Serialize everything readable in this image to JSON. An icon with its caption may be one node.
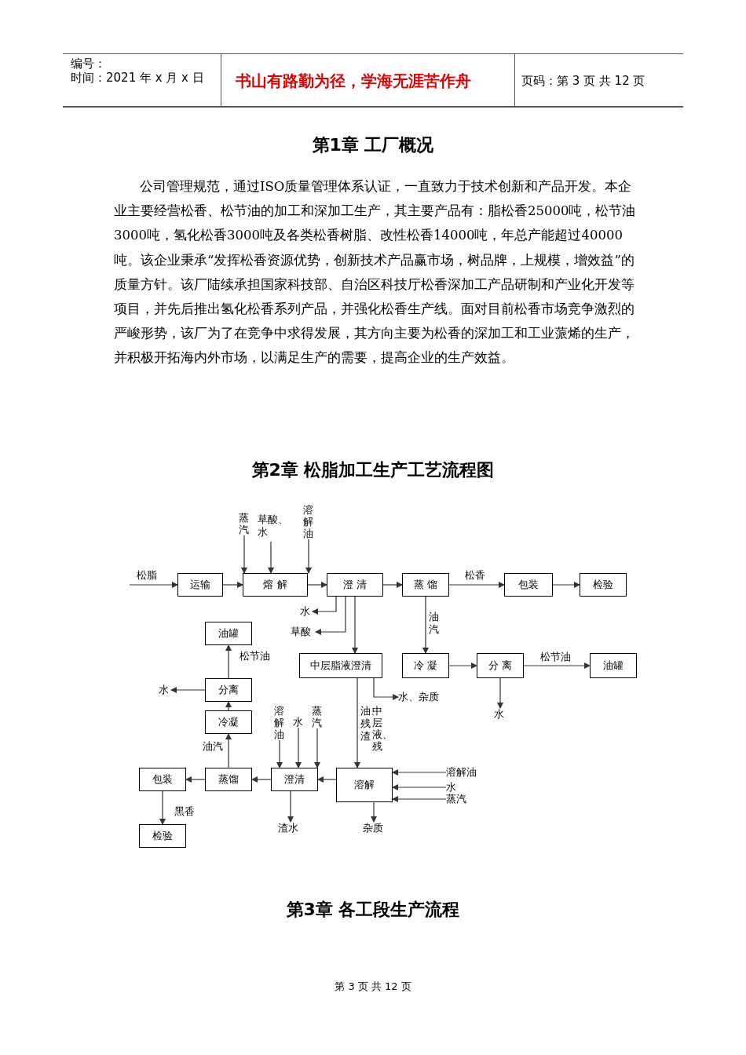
{
  "diagram": {
    "title": "第2章 松脂加工生产工艺流程图",
    "nodes": [
      {
        "text": [
          "运输"
        ]
      },
      {
        "text": [
          "熔 解"
        ]
      },
      {
        "text": [
          "澄 清"
        ]
      },
      {
        "text": [
          "蒸 馏"
        ]
      },
      {
        "text": [
          "包装"
        ]
      },
      {
        "text": [
          "检验"
        ]
      },
      {
        "text": [
          "蒸汽"
        ]
      },
      {
        "text": [
          "草酸、水"
        ]
      },
      {
        "text": [
          "溶解油"
        ]
      },
      {
        "text": [
          "水"
        ]
      },
      {
        "text": [
          "草酸"
        ]
      },
      {
        "text": [
          "中层脂液澄清"
        ]
      },
      {
        "text": [
          "冷 凝"
        ]
      },
      {
        "text": [
          "分 离"
        ]
      },
      {
        "text": [
          "油罐"
        ]
      },
      {
        "text": [
          "水"
        ]
      },
      {
        "text": [
          "水、杂质"
        ]
      },
      {
        "text": [
          "油罐"
        ]
      },
      {
        "text": [
          "分离"
        ]
      },
      {
        "text": [
          "水"
        ]
      },
      {
        "text": [
          "冷凝"
        ]
      },
      {
        "text": [
          "包装"
        ]
      },
      {
        "text": [
          "蒸馏"
        ]
      },
      {
        "text": [
          "澄清"
        ]
      },
      {
        "text": [
          "溶解"
        ]
      },
      {
        "text": [
          "溶解油"
        ]
      },
      {
        "text": [
          "水"
        ]
      },
      {
        "text": [
          "蒸汽"
        ]
      },
      {
        "text": [
          "溶解油"
        ]
      },
      {
        "text": [
          "水"
        ]
      },
      {
        "text": [
          "蒸汽"
        ]
      },
      {
        "text": [
          "渣水"
        ]
      },
      {
        "text": [
          "杂质"
        ]
      },
      {
        "text": [
          "检验"
        ]
      }
    ],
    "edges": [
      {
        "from": null,
        "to": 0,
        "arrow": "to",
        "label": "松脂"
      },
      {
        "from": 0,
        "to": 1,
        "arrow": "to"
      },
      {
        "from": 6,
        "to": 1,
        "arrow": "to"
      },
      {
        "from": 7,
        "to": 1,
        "arrow": "to"
      },
      {
        "from": 8,
        "to": 1,
        "arrow": "to"
      },
      {
        "from": 1,
        "to": 2,
        "arrow": "to"
      },
      {
        "from": 2,
        "to": 9,
        "arrow": "to"
      },
      {
        "from": 2,
        "to": 10,
        "arrow": "to"
      },
      {
        "from": 2,
        "to": 11,
        "arrow": "to"
      },
      {
        "from": 2,
        "to": 3,
        "arrow": "to"
      },
      {
        "from": 3,
        "to": 4,
        "arrow": "to",
        "label": "松香"
      },
      {
        "from": 4,
        "to": 5,
        "arrow": "to"
      },
      {
        "from": 3,
        "to": 12,
        "arrow": "to",
        "label": "油汽"
      },
      {
        "from": 12,
        "to": 13,
        "arrow": "to"
      },
      {
        "from": 13,
        "to": 14,
        "arrow": "to",
        "label": "松节油"
      },
      {
        "from": 13,
        "to": 15,
        "arrow": "to"
      },
      {
        "from": 11,
        "to": 16,
        "arrow": "to"
      },
      {
        "from": 11,
        "to": 24,
        "arrow": "to",
        "label": "油、残渣"
      },
      {
        "from": 28,
        "to": 24,
        "arrow": "to"
      },
      {
        "from": 29,
        "to": 24,
        "arrow": "to"
      },
      {
        "from": 30,
        "to": 24,
        "arrow": "to"
      },
      {
        "from": 24,
        "to": 23,
        "arrow": "to"
      },
      {
        "from": 24,
        "to": 32,
        "arrow": "to"
      },
      {
        "from": 25,
        "to": 23,
        "arrow": "to"
      },
      {
        "from": 26,
        "to": 23,
        "arrow": "to"
      },
      {
        "from": 27,
        "to": 23,
        "arrow": "to"
      },
      {
        "from": 23,
        "to": 22,
        "arrow": "to"
      },
      {
        "from": 23,
        "to": 31,
        "arrow": "to"
      },
      {
        "from": 22,
        "to": 21,
        "arrow": "to"
      },
      {
        "from": 22,
        "to": 20,
        "arrow": "to",
        "label": "油汽"
      },
      {
        "from": 20,
        "to": 18,
        "arrow": "to"
      },
      {
        "from": 18,
        "to": 19,
        "arrow": "to"
      },
      {
        "from": 18,
        "to": 17,
        "arrow": "to",
        "label": "松节油"
      },
      {
        "from": 21,
        "to": 33,
        "arrow": "to",
        "label": "黑香"
      }
    ],
    "labels": [
      "编号：",
      "时间：2021 年 x 月 x 日",
      "书山有路勤为径，学海无涯苦作舟",
      "页码：第 3 页 共 12 页",
      "第1章 工厂概况",
      "公司管理规范，通过ISO质量管理体系认证，一直致力于技术创新和产品开发。本企业主要经营松香、松节油的加工和深加工生产，其主要产品有：脂松香25000吨，松节油3000吨，氢化松香3000吨及各类松香树脂、改性松香14000吨，年总产能超过40000吨。该企业秉承“发挥松香资源优势，创新技术产品赢市场，树品牌，上规模，增效益”的质量方针。该厂陆续承担国家科技部、自治区科技厅松香深加工产品研制和产业化开发等项目，并先后推出氢化松香系列产品，并强化松香生产线。面对目前松香市场竞争激烈的严峻形势，该厂为了在竞争中求得发展，其方向主要为松香的深加工和工业蒎烯的生产，并积极开拓海内外市场，以满足生产的需要，提高企业的生产效益。",
      "中层液、残",
      "第3章 各工段生产流程",
      "第 3 页 共 12 页"
    ]
  }
}
